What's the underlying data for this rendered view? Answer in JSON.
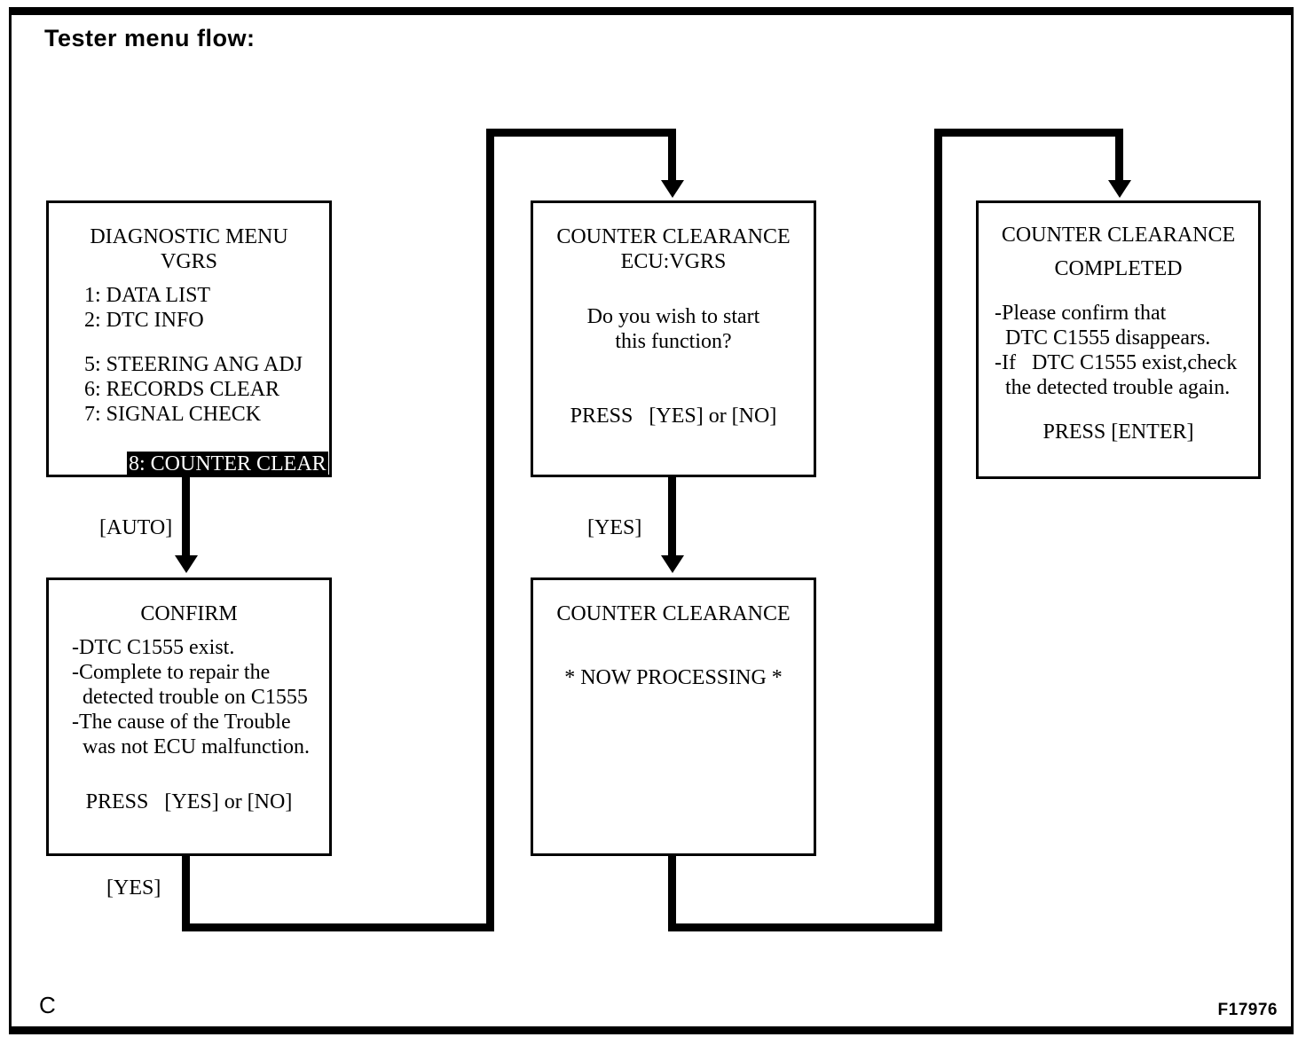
{
  "page": {
    "title": "Tester menu flow:",
    "bottom_left_mark": "C",
    "figure_id": "F17976",
    "ink_color": "#000000",
    "background_color": "#ffffff"
  },
  "diagram": {
    "type": "flowchart",
    "nodes": [
      {
        "id": "diagnostic-menu",
        "lines": [
          "DIAGNOSTIC MENU",
          "VGRS",
          "1: DATA LIST",
          "2: DTC INFO",
          "5: STEERING ANG ADJ",
          "6: RECORDS CLEAR",
          "7: SIGNAL CHECK",
          "8: COUNTER CLEAR"
        ],
        "header": "DIAGNOSTIC MENU",
        "subheader": "VGRS",
        "menu_items": [
          "1: DATA LIST",
          "2: DTC INFO",
          "5: STEERING ANG ADJ",
          "6: RECORDS CLEAR",
          "7: SIGNAL CHECK",
          "8: COUNTER CLEAR"
        ],
        "selected_item": "8: COUNTER CLEAR"
      },
      {
        "id": "confirm",
        "header": "CONFIRM",
        "body": [
          "-DTC C1555 exist.",
          "-Complete to repair the",
          "  detected trouble on C1555",
          "-The cause of the Trouble",
          "  was not ECU malfunction."
        ],
        "prompt": "PRESS   [YES] or [NO]"
      },
      {
        "id": "counter-clearance-start",
        "header": "COUNTER CLEARANCE",
        "subheader": "ECU:VGRS",
        "body": [
          "Do you wish to start",
          "this function?"
        ],
        "prompt": "PRESS   [YES] or [NO]"
      },
      {
        "id": "counter-clearance-processing",
        "header": "COUNTER CLEARANCE",
        "body": [
          "* NOW PROCESSING *"
        ]
      },
      {
        "id": "counter-clearance-completed",
        "header": "COUNTER CLEARANCE",
        "subheader": "COMPLETED",
        "body": [
          "-Please confirm that",
          "  DTC C1555 disappears.",
          "-If   DTC C1555 exist,check",
          "  the detected trouble again."
        ],
        "prompt": "PRESS [ENTER]"
      }
    ],
    "edges": [
      {
        "id": "menu-to-confirm",
        "from": "diagnostic-menu",
        "to": "confirm",
        "label": "[AUTO]"
      },
      {
        "id": "confirm-to-start",
        "from": "confirm",
        "to": "counter-clearance-start",
        "label": "[YES]"
      },
      {
        "id": "start-to-processing",
        "from": "counter-clearance-start",
        "to": "counter-clearance-processing",
        "label": "[YES]"
      },
      {
        "id": "processing-to-completed",
        "from": "counter-clearance-processing",
        "to": "counter-clearance-completed",
        "label": ""
      }
    ]
  }
}
